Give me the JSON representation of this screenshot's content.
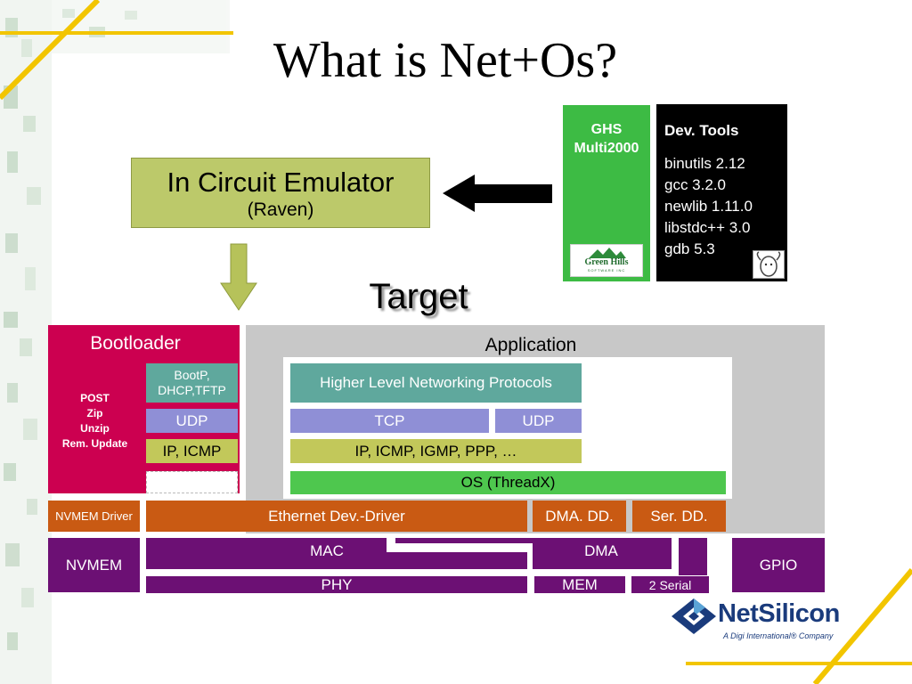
{
  "title": "What is Net+Os?",
  "ghs": {
    "line1": "GHS",
    "line2": "Multi2000",
    "logo_text": "Green Hills",
    "logo_sub": "SOFTWARE INC",
    "color": "#3dbb44"
  },
  "dev_tools": {
    "heading": "Dev. Tools",
    "items": [
      "binutils 2.12",
      "gcc 3.2.0",
      "newlib 1.11.0",
      "libstdc++ 3.0",
      "gdb 5.3"
    ]
  },
  "emulator": {
    "name": "In Circuit Emulator",
    "sub": "(Raven)"
  },
  "target_label": "Target",
  "bootloader": {
    "heading": "Bootloader",
    "items": [
      "POST",
      "Zip",
      "Unzip",
      "Rem. Update"
    ],
    "bootp": "BootP, DHCP,TFTP",
    "udp": "UDP",
    "ip": "IP, ICMP",
    "color": "#cc0050"
  },
  "application": {
    "heading": "Application",
    "protocols": "Higher Level Networking Protocols",
    "tcp": "TCP",
    "udp": "UDP",
    "ip": "IP, ICMP, IGMP, PPP, …",
    "os": "OS (ThreadX)"
  },
  "drivers": {
    "nvmem_driver": "NVMEM Driver",
    "ethernet": "Ethernet Dev.-Driver",
    "dma_dd": "DMA. DD.",
    "ser_dd": "Ser. DD."
  },
  "hardware": {
    "nvmem": "NVMEM",
    "mac": "MAC",
    "dma": "DMA",
    "gpio": "GPIO",
    "phy": "PHY",
    "mem": "MEM",
    "serial": "2 Serial"
  },
  "logo": {
    "name": "NetSilicon",
    "tagline": "A Digi International® Company"
  },
  "colors": {
    "accent_yellow": "#f2c500",
    "teal": "#5fa89d",
    "lavender": "#8f8fd6",
    "olive": "#c2c85a",
    "green": "#4ec74e",
    "orange": "#c95a13",
    "purple": "#6c1074"
  }
}
